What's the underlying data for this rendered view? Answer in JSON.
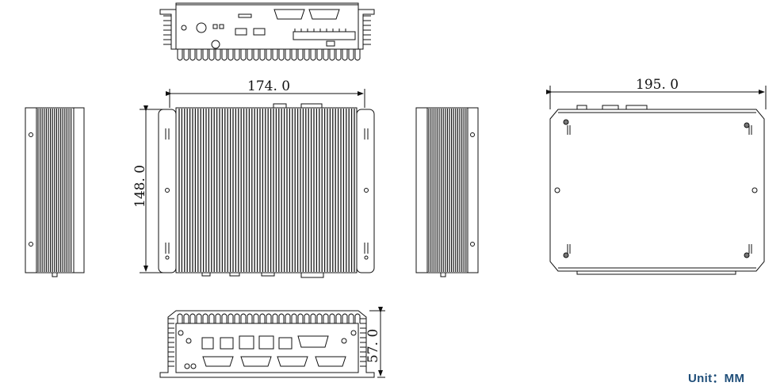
{
  "dimensions": {
    "top_width": "174. 0",
    "height": "148. 0",
    "plate_width": "195. 0",
    "depth": "57. 0"
  },
  "unit_label": "Unit：MM"
}
